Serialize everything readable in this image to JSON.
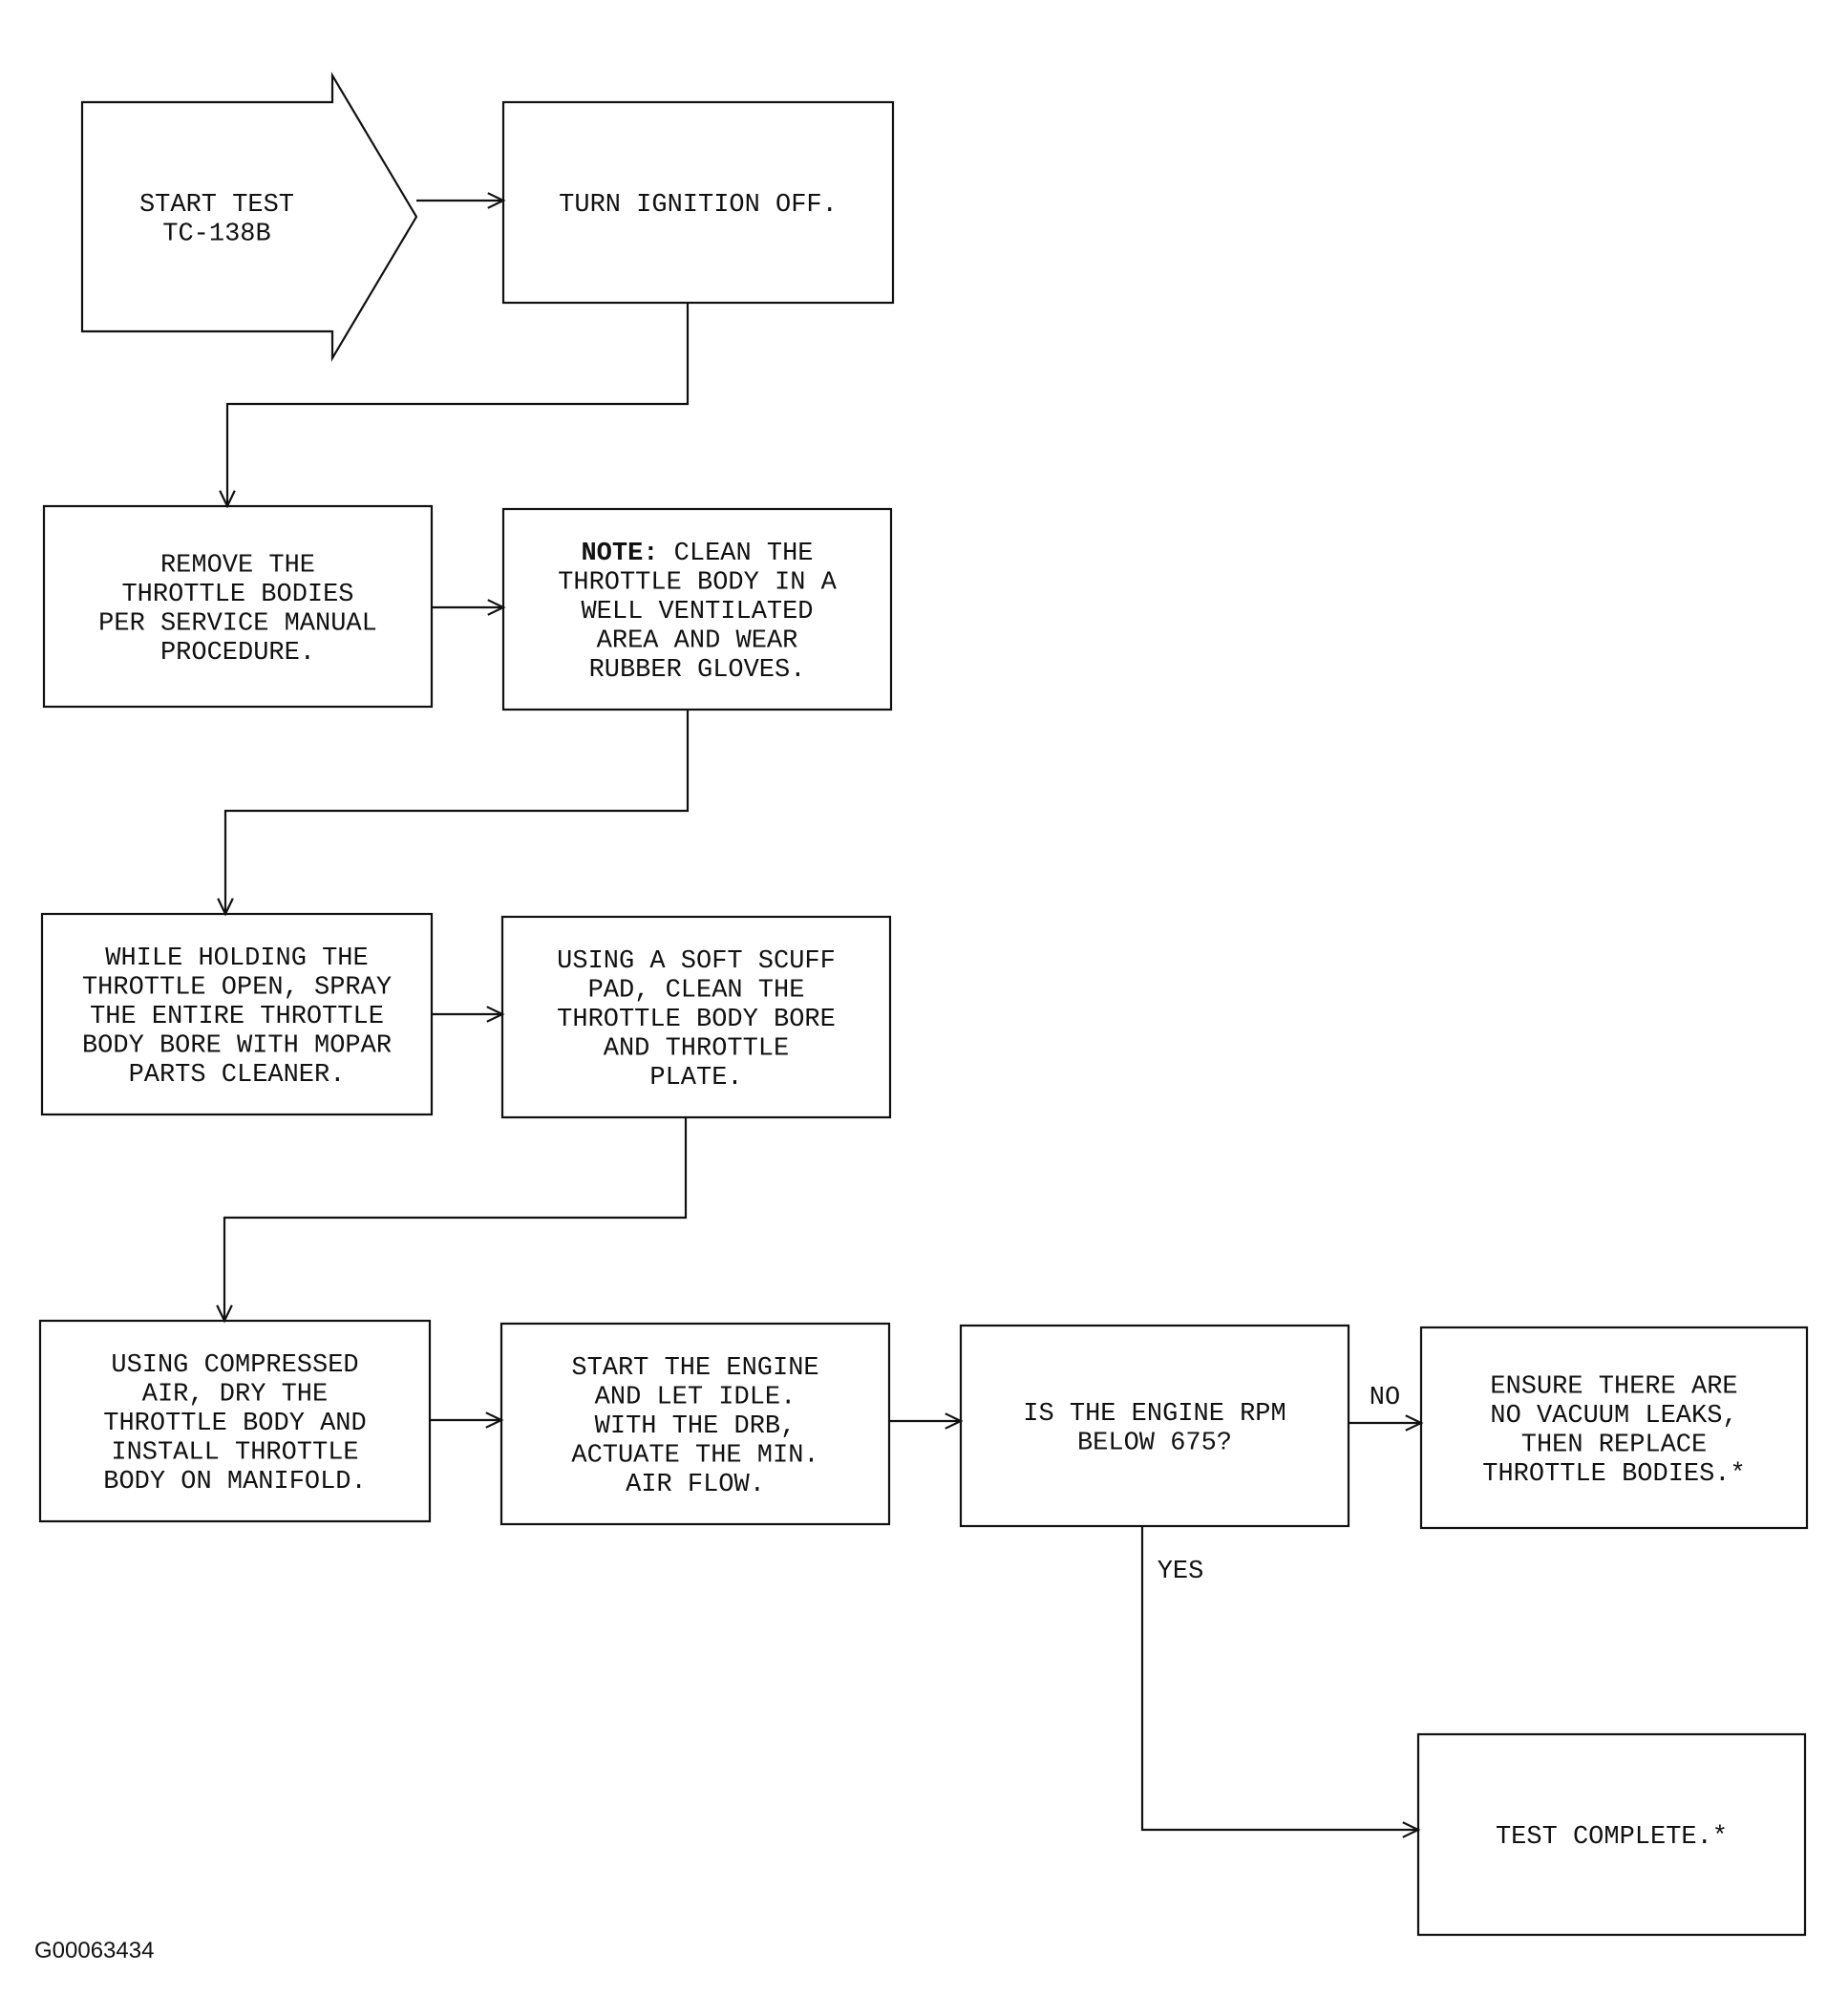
{
  "diagram": {
    "nodes": [
      {
        "id": "start",
        "shape": "arrow",
        "lines": [
          "START TEST",
          "TC-138B"
        ]
      },
      {
        "id": "ignition-off",
        "shape": "box",
        "lines": [
          "TURN IGNITION OFF."
        ]
      },
      {
        "id": "remove-throttle-bodies",
        "shape": "box",
        "lines": [
          "REMOVE THE",
          "THROTTLE BODIES",
          "PER SERVICE MANUAL",
          "PROCEDURE."
        ]
      },
      {
        "id": "note-clean",
        "shape": "box",
        "note_label": "NOTE:",
        "lines": [
          "CLEAN THE",
          "THROTTLE BODY IN A",
          "WELL VENTILATED",
          "AREA AND WEAR",
          "RUBBER GLOVES."
        ]
      },
      {
        "id": "spray-bore",
        "shape": "box",
        "lines": [
          "WHILE HOLDING THE",
          "THROTTLE OPEN, SPRAY",
          "THE ENTIRE THROTTLE",
          "BODY BORE WITH MOPAR",
          "PARTS CLEANER."
        ]
      },
      {
        "id": "scuff-pad",
        "shape": "box",
        "lines": [
          "USING A SOFT SCUFF",
          "PAD, CLEAN THE",
          "THROTTLE BODY BORE",
          "AND THROTTLE",
          "PLATE."
        ]
      },
      {
        "id": "compressed-air",
        "shape": "box",
        "lines": [
          "USING COMPRESSED",
          "AIR, DRY THE",
          "THROTTLE BODY AND",
          "INSTALL THROTTLE",
          "BODY ON MANIFOLD."
        ]
      },
      {
        "id": "start-engine",
        "shape": "box",
        "lines": [
          "START THE ENGINE",
          "AND LET IDLE.",
          "WITH THE DRB,",
          "ACTUATE THE MIN.",
          "AIR FLOW."
        ]
      },
      {
        "id": "rpm-question",
        "shape": "box",
        "lines": [
          "IS THE ENGINE RPM",
          "BELOW 675?"
        ]
      },
      {
        "id": "vacuum-leaks",
        "shape": "box",
        "lines": [
          "ENSURE THERE ARE",
          "NO VACUUM LEAKS,",
          "THEN REPLACE",
          "THROTTLE BODIES.*"
        ]
      },
      {
        "id": "test-complete",
        "shape": "box",
        "lines": [
          "TEST COMPLETE.*"
        ]
      }
    ],
    "edges": [
      {
        "from": "start",
        "to": "ignition-off",
        "label": ""
      },
      {
        "from": "ignition-off",
        "to": "remove-throttle-bodies",
        "label": ""
      },
      {
        "from": "remove-throttle-bodies",
        "to": "note-clean",
        "label": ""
      },
      {
        "from": "note-clean",
        "to": "spray-bore",
        "label": ""
      },
      {
        "from": "spray-bore",
        "to": "scuff-pad",
        "label": ""
      },
      {
        "from": "scuff-pad",
        "to": "compressed-air",
        "label": ""
      },
      {
        "from": "compressed-air",
        "to": "start-engine",
        "label": ""
      },
      {
        "from": "start-engine",
        "to": "rpm-question",
        "label": ""
      },
      {
        "from": "rpm-question",
        "to": "vacuum-leaks",
        "label": "NO"
      },
      {
        "from": "rpm-question",
        "to": "test-complete",
        "label": "YES"
      }
    ],
    "figure_code": "G00063434"
  }
}
